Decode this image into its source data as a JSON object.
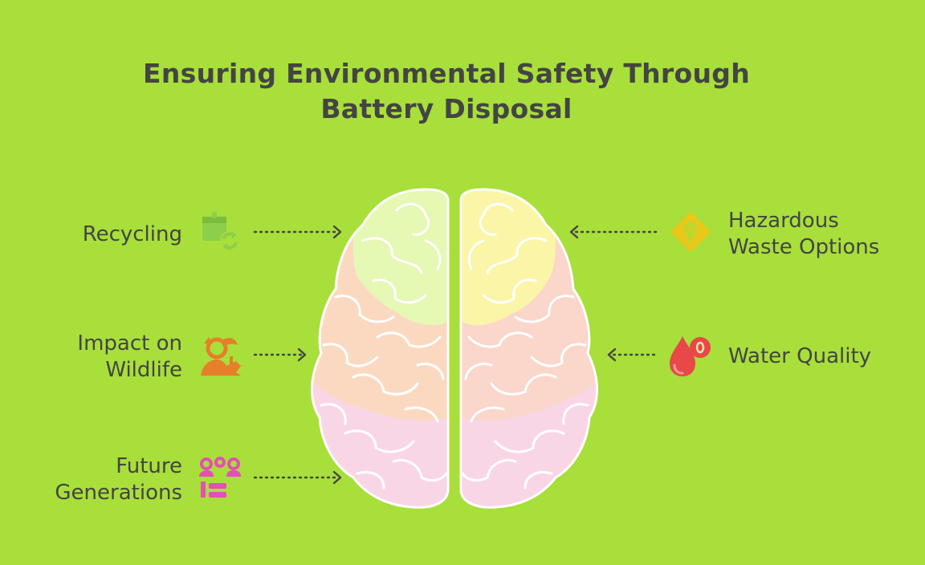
{
  "title": {
    "line1": "Ensuring Environmental Safety Through",
    "line2": "Battery Disposal"
  },
  "items": [
    {
      "id": "recycling",
      "lines": [
        "Recycling"
      ],
      "icon": "recycle-box-icon",
      "color": "#8ccf4a"
    },
    {
      "id": "impact-on-wildlife",
      "lines": [
        "Impact on",
        "Wildlife"
      ],
      "icon": "wildlife-icon",
      "color": "#e67e2a"
    },
    {
      "id": "future-generations",
      "lines": [
        "Future",
        "Generations"
      ],
      "icon": "people-icon",
      "color": "#e64fb5"
    },
    {
      "id": "hazardous-waste-options",
      "lines": [
        "Hazardous",
        "Waste Options"
      ],
      "icon": "hazard-sign-icon",
      "color": "#e8c81a"
    },
    {
      "id": "water-quality",
      "lines": [
        "Water Quality"
      ],
      "icon": "water-drop-icon",
      "color": "#e84848"
    }
  ],
  "brain_colors": {
    "green": "#e5f8b4",
    "yellow": "#fbf5a8",
    "peach": "#fbd9c0",
    "salmon": "#fbd6cb",
    "pink": "#f9d6e6"
  }
}
